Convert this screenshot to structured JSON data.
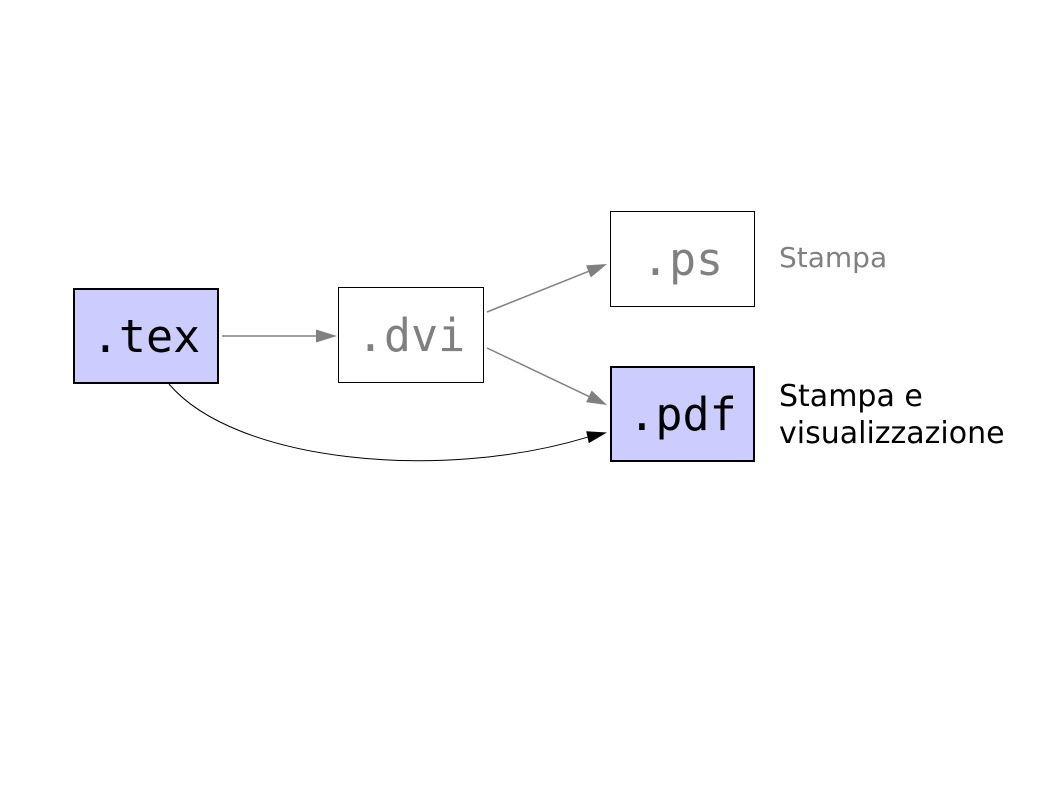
{
  "diagram": {
    "description": "LaTeX compilation workflow diagram",
    "nodes": [
      {
        "id": "tex",
        "label": ".tex",
        "highlighted": true,
        "annotation": ""
      },
      {
        "id": "dvi",
        "label": ".dvi",
        "highlighted": false,
        "annotation": ""
      },
      {
        "id": "ps",
        "label": ".ps",
        "highlighted": false,
        "annotation": "Stampa"
      },
      {
        "id": "pdf",
        "label": ".pdf",
        "highlighted": true,
        "annotation": "Stampa e visualizzazione"
      }
    ],
    "edges": [
      {
        "from": "tex",
        "to": "dvi",
        "color": "gray",
        "style": "straight"
      },
      {
        "from": "dvi",
        "to": "ps",
        "color": "gray",
        "style": "straight"
      },
      {
        "from": "dvi",
        "to": "pdf",
        "color": "gray",
        "style": "straight"
      },
      {
        "from": "tex",
        "to": "pdf",
        "color": "black",
        "style": "curved"
      }
    ],
    "colors": {
      "background": "#ffffff",
      "highlight_fill": "#ccccff",
      "plain_fill": "#ffffff",
      "border": "#000000",
      "gray_text": "#808080",
      "black_text": "#000000",
      "gray_arrow": "#808080",
      "black_arrow": "#000000"
    }
  }
}
